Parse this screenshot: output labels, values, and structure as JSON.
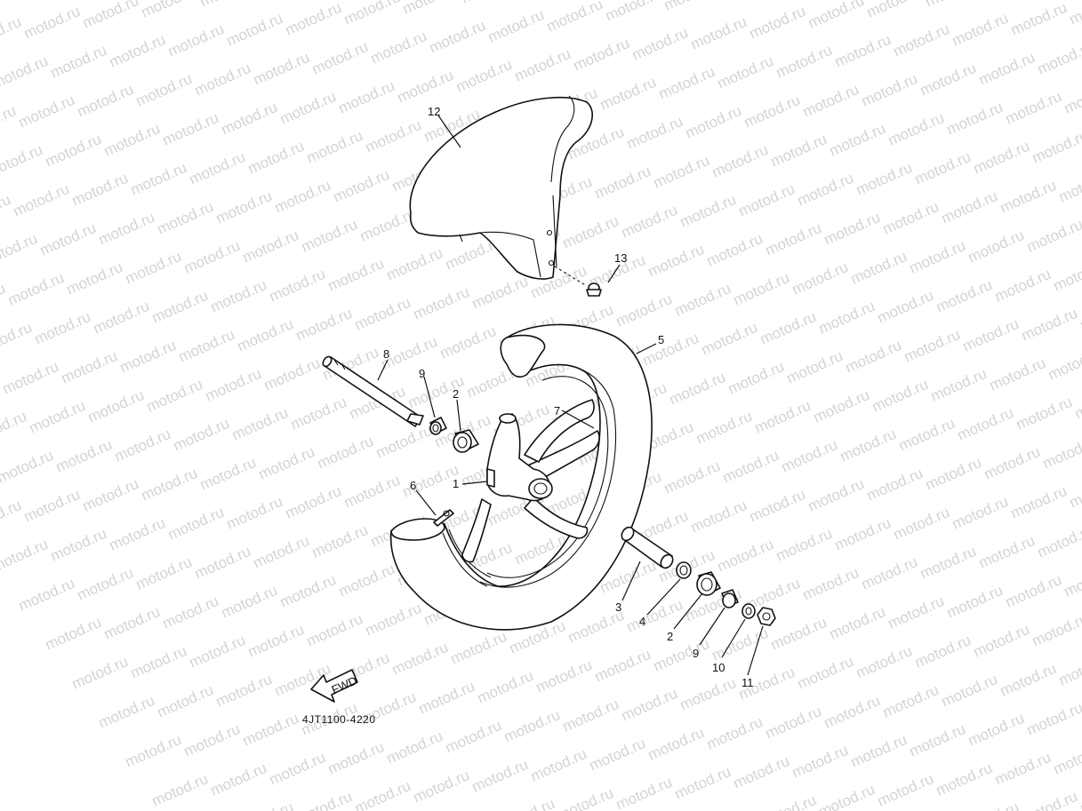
{
  "watermark": {
    "text": "motod.ru"
  },
  "callouts": {
    "c12": "12",
    "c13": "13",
    "c5": "5",
    "c8": "8",
    "c9a": "9",
    "c2a": "2",
    "c7": "7",
    "c1": "1",
    "c6": "6",
    "c3": "3",
    "c4": "4",
    "c2b": "2",
    "c9b": "9",
    "c10": "10",
    "c11": "11"
  },
  "fwd_arrow": {
    "label": "FWD"
  },
  "diagram_code": "4JT1100-4220"
}
